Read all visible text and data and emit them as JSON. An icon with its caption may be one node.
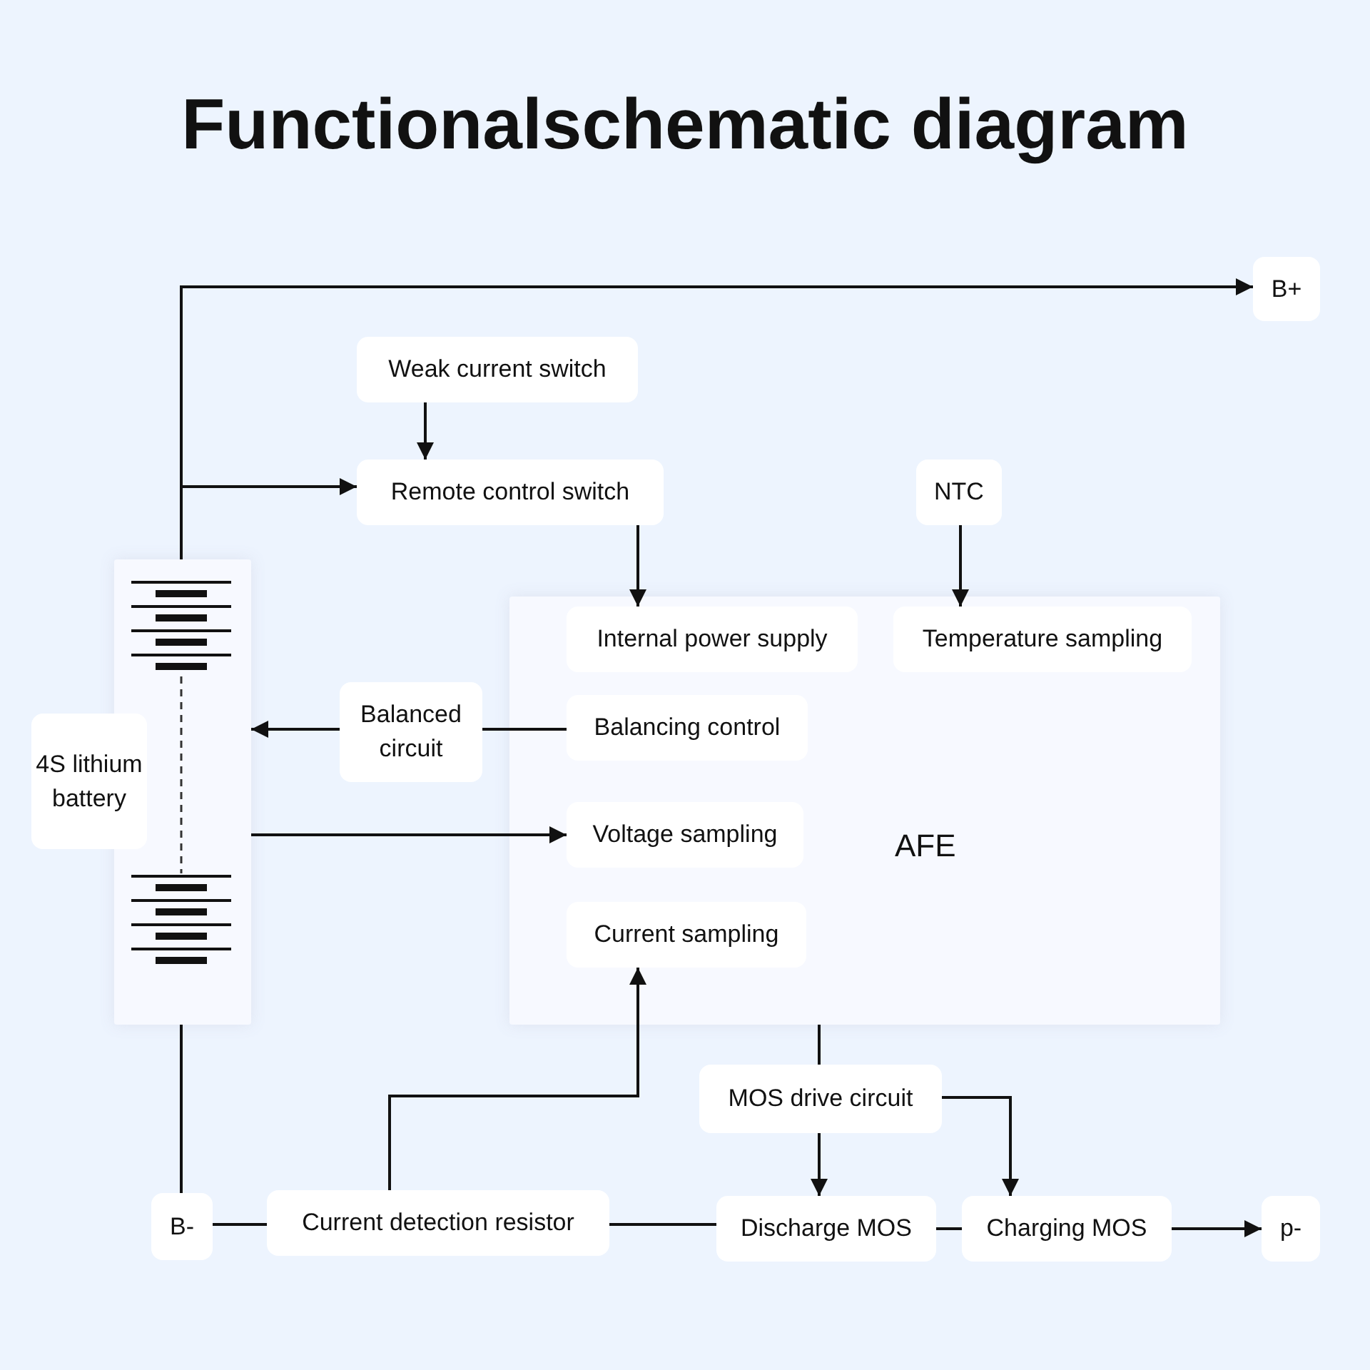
{
  "diagram": {
    "title": "Functionalschematic diagram",
    "nodes": [
      {
        "text": [
          "B+"
        ]
      },
      {
        "text": [
          "Weak current switch"
        ]
      },
      {
        "text": [
          "Remote control switch"
        ]
      },
      {
        "text": [
          "NTC"
        ]
      },
      {
        "text": [
          "AFE"
        ]
      },
      {
        "text": [
          "Internal power supply"
        ],
        "in": 4
      },
      {
        "text": [
          "Temperature sampling"
        ],
        "in": 4
      },
      {
        "text": [
          "Balancing control"
        ],
        "in": 4
      },
      {
        "text": [
          "Voltage sampling"
        ],
        "in": 4
      },
      {
        "text": [
          "Current sampling"
        ],
        "in": 4
      },
      {
        "text": [],
        "shape": "box"
      },
      {
        "text": [
          "4S lithium battery"
        ]
      },
      {
        "text": [
          "Balanced circuit"
        ]
      },
      {
        "text": [
          "MOS drive circuit"
        ]
      },
      {
        "text": [
          "B-"
        ]
      },
      {
        "text": [
          "Current detection resistor"
        ]
      },
      {
        "text": [
          "Discharge MOS"
        ]
      },
      {
        "text": [
          "Charging MOS"
        ]
      },
      {
        "text": [
          "p-"
        ]
      }
    ],
    "edges": [
      {
        "from": 10,
        "to": 0,
        "arrow": "to"
      },
      {
        "from": 10,
        "to": 2,
        "arrow": "to"
      },
      {
        "from": 1,
        "to": 2,
        "arrow": "to"
      },
      {
        "from": 2,
        "to": 5,
        "arrow": "to"
      },
      {
        "from": 3,
        "to": 6,
        "arrow": "to"
      },
      {
        "from": 7,
        "to": 12,
        "arrow": "none"
      },
      {
        "from": 12,
        "to": 10,
        "arrow": "to"
      },
      {
        "from": 10,
        "to": 8,
        "arrow": "to"
      },
      {
        "from": 15,
        "to": 9,
        "arrow": "to"
      },
      {
        "from": 4,
        "to": 13,
        "arrow": "none"
      },
      {
        "from": 13,
        "to": 16,
        "arrow": "to"
      },
      {
        "from": 13,
        "to": 17,
        "arrow": "to"
      },
      {
        "from": 10,
        "to": 14,
        "arrow": "none"
      },
      {
        "from": 14,
        "to": 15,
        "arrow": "none"
      },
      {
        "from": 15,
        "to": 16,
        "arrow": "none"
      },
      {
        "from": 16,
        "to": 17,
        "arrow": "none"
      },
      {
        "from": 17,
        "to": 18,
        "arrow": "to"
      }
    ]
  }
}
